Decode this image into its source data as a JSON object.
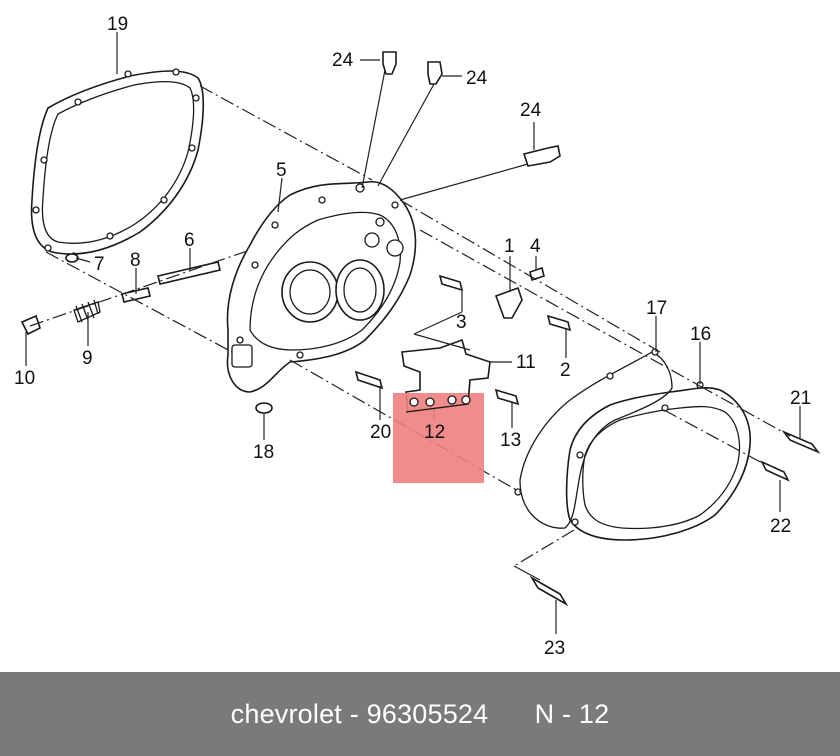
{
  "callouts": [
    {
      "id": "19",
      "label": "19"
    },
    {
      "id": "24a",
      "label": "24"
    },
    {
      "id": "24b",
      "label": "24"
    },
    {
      "id": "24c",
      "label": "24"
    },
    {
      "id": "5",
      "label": "5"
    },
    {
      "id": "6",
      "label": "6"
    },
    {
      "id": "7",
      "label": "7"
    },
    {
      "id": "8",
      "label": "8"
    },
    {
      "id": "9",
      "label": "9"
    },
    {
      "id": "10",
      "label": "10"
    },
    {
      "id": "1",
      "label": "1"
    },
    {
      "id": "4",
      "label": "4"
    },
    {
      "id": "3",
      "label": "3"
    },
    {
      "id": "2",
      "label": "2"
    },
    {
      "id": "11",
      "label": "11"
    },
    {
      "id": "17",
      "label": "17"
    },
    {
      "id": "16",
      "label": "16"
    },
    {
      "id": "21",
      "label": "21"
    },
    {
      "id": "22",
      "label": "22"
    },
    {
      "id": "20",
      "label": "20"
    },
    {
      "id": "12",
      "label": "12"
    },
    {
      "id": "13",
      "label": "13"
    },
    {
      "id": "18",
      "label": "18"
    },
    {
      "id": "23",
      "label": "23"
    }
  ],
  "highlight": {
    "part": "12",
    "color": "#f08080"
  },
  "footer": {
    "brand": "chevrolet",
    "separator": " - ",
    "part_number": "96305524",
    "ref_prefix": "N",
    "ref_separator": " - ",
    "ref_number": "12"
  }
}
